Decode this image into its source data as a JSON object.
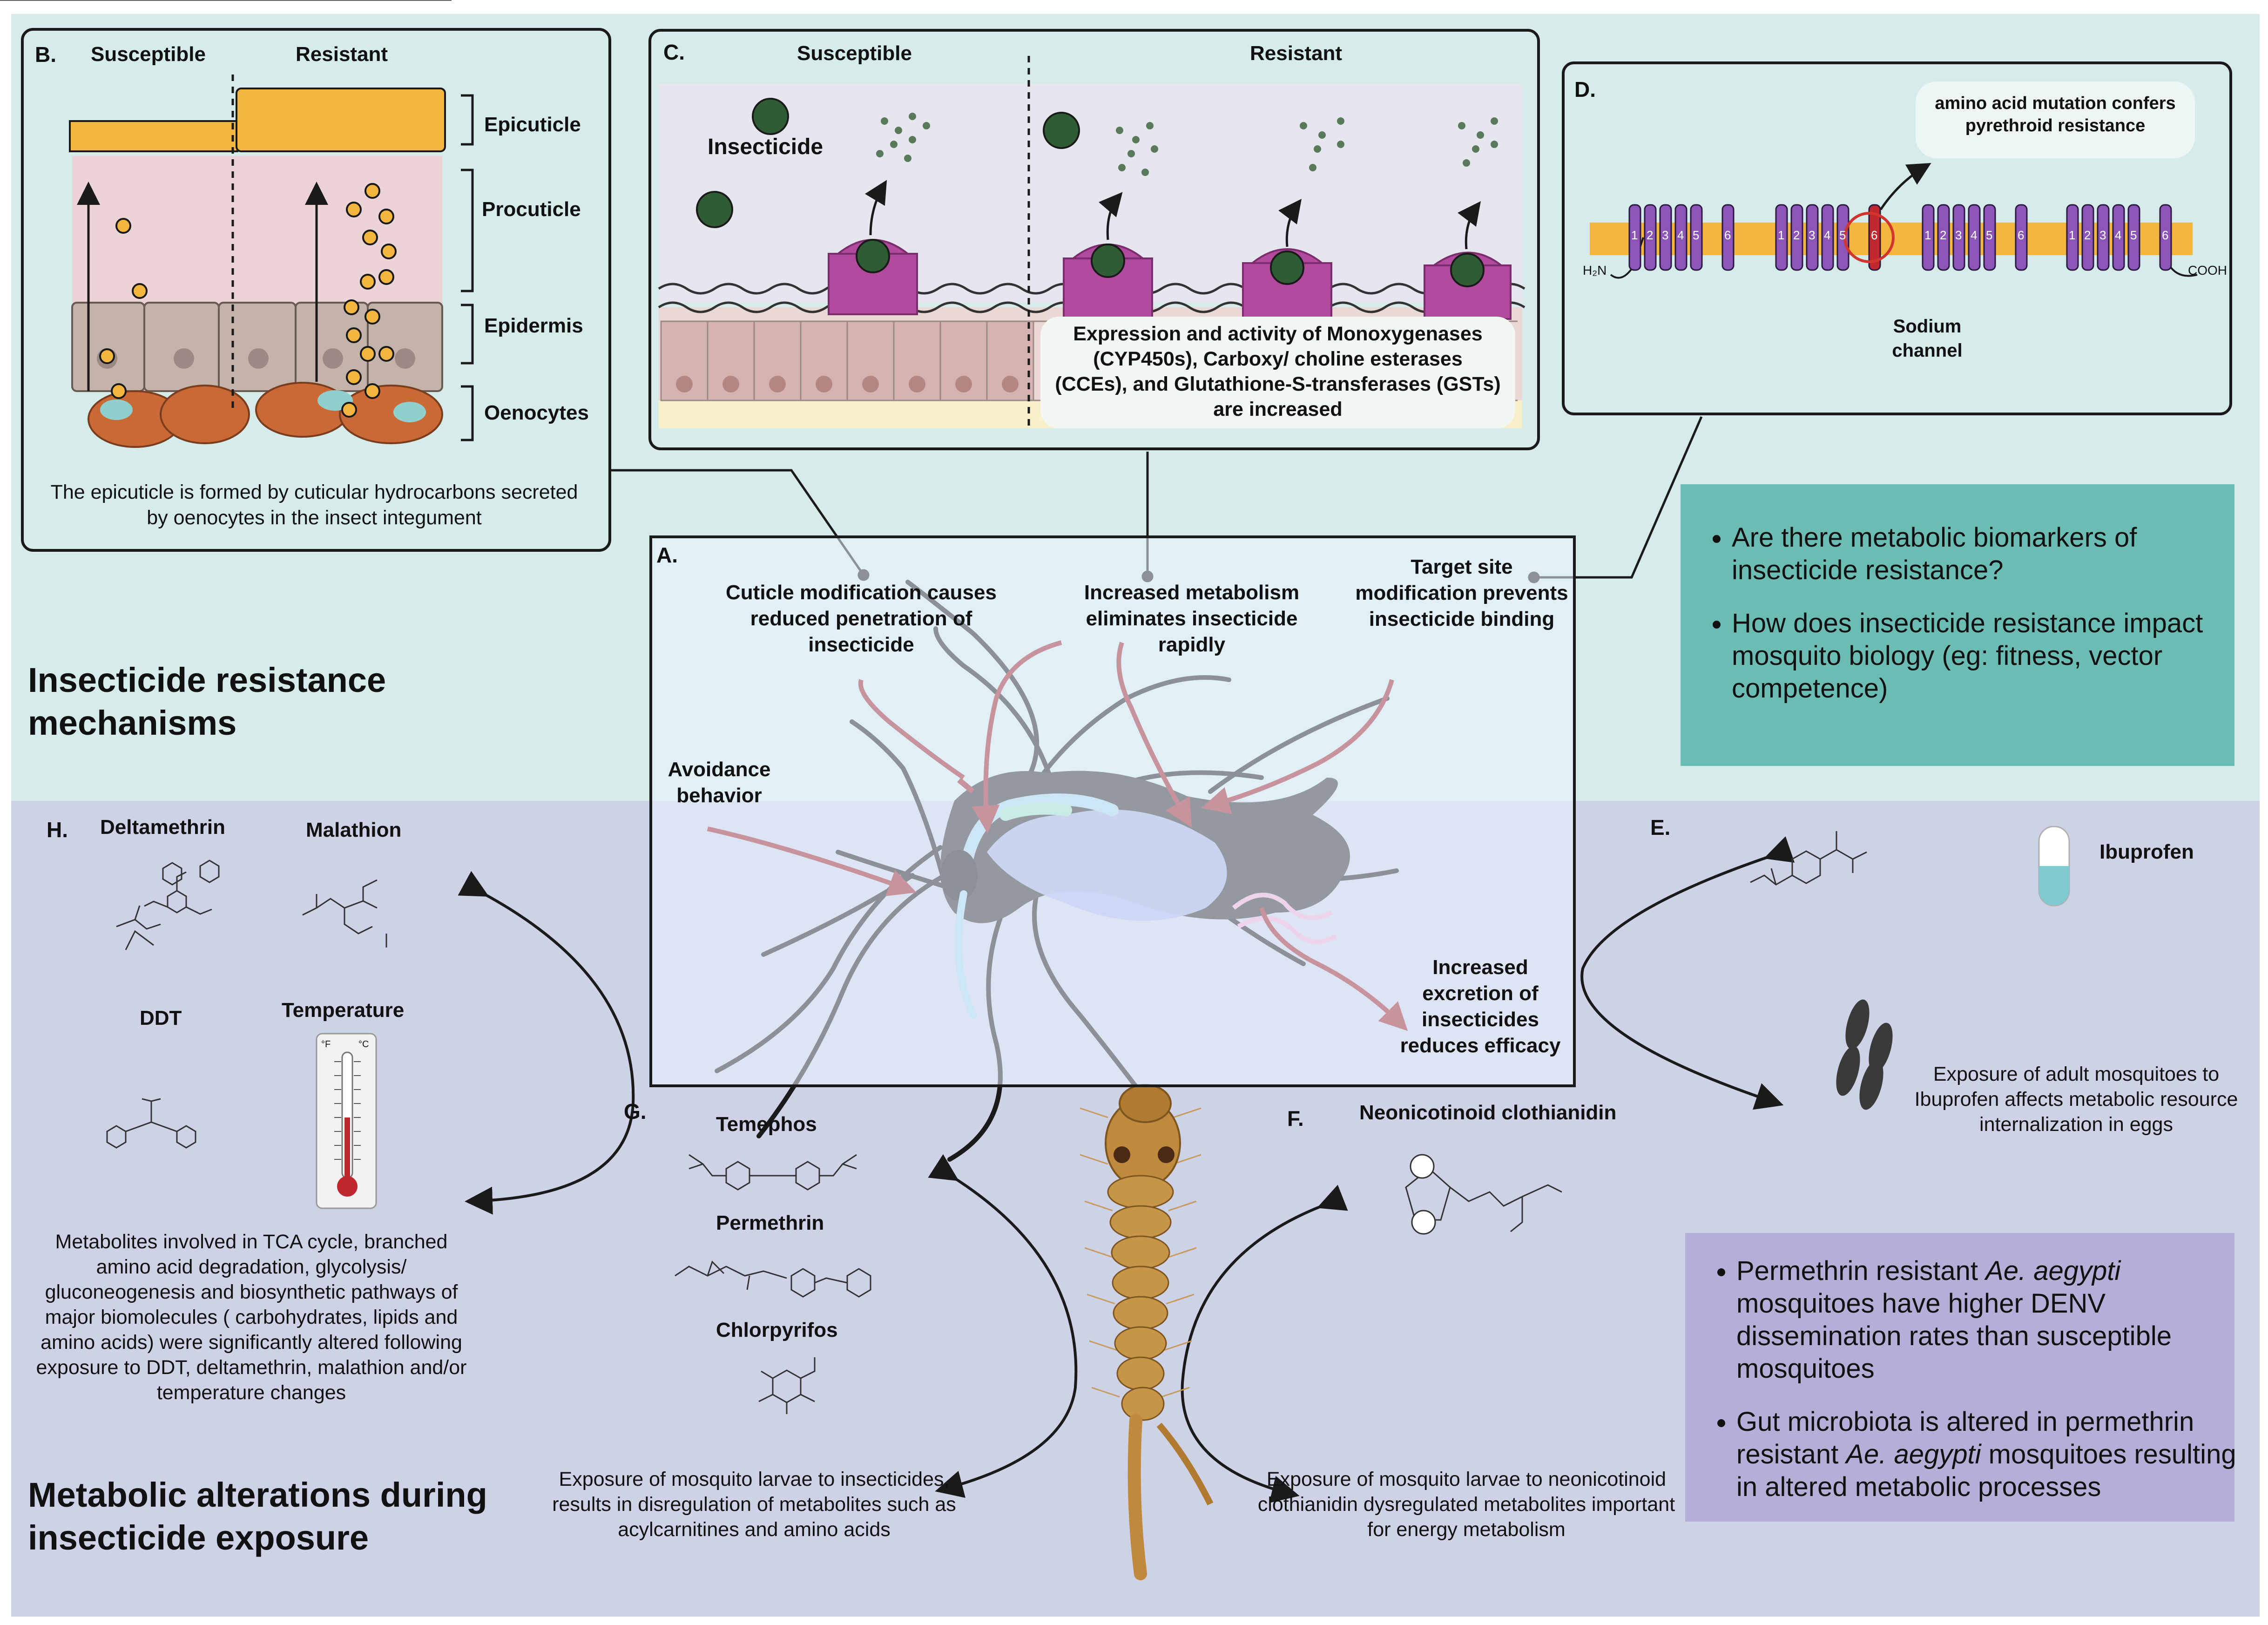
{
  "sections": {
    "top_title": "Insecticide resistance mechanisms",
    "bottom_title": "Metabolic alterations during insecticide exposure"
  },
  "panel_a": {
    "label": "A.",
    "cuticle": "Cuticle modification causes reduced penetration of insecticide",
    "metabolism": "Increased metabolism eliminates insecticide rapidly",
    "target_site": "Target site modification prevents insecticide binding",
    "avoidance": "Avoidance behavior",
    "excretion": "Increased excretion of insecticides reduces efficacy"
  },
  "panel_b": {
    "label": "B.",
    "susceptible": "Susceptible",
    "resistant": "Resistant",
    "layers": [
      "Epicuticle",
      "Procuticle",
      "Epidermis",
      "Oenocytes"
    ],
    "caption": "The epicuticle is formed by cuticular hydrocarbons secreted by oenocytes in the insect integument"
  },
  "panel_c": {
    "label": "C.",
    "susceptible": "Susceptible",
    "resistant": "Resistant",
    "insecticide": "Insecticide",
    "caption": "Expression and activity of Monoxygenases (CYP450s), Carboxy/ choline esterases (CCEs), and Glutathione-S-transferases (GSTs) are increased"
  },
  "panel_d": {
    "label": "D.",
    "callout": "amino acid mutation confers pyrethroid resistance",
    "channel": "Sodium channel",
    "n_term": "H₂N",
    "c_term": "COOH",
    "segments": [
      "1",
      "2",
      "3",
      "4",
      "5",
      "6"
    ]
  },
  "questions": [
    "Are there metabolic biomarkers of insecticide resistance?",
    "How does insecticide resistance impact mosquito biology (eg: fitness, vector competence)"
  ],
  "panel_e": {
    "label": "E.",
    "drug": "Ibuprofen",
    "caption": "Exposure of adult mosquitoes to Ibuprofen affects metabolic resource internalization in eggs"
  },
  "panel_f": {
    "label": "F.",
    "compound": "Neonicotinoid clothianidin",
    "caption": "Exposure of mosquito larvae to neonicotinoid clothianidin dysregulated metabolites important for energy metabolism"
  },
  "panel_g": {
    "label": "G.",
    "compounds": [
      "Temephos",
      "Permethrin",
      "Chlorpyrifos"
    ],
    "caption": "Exposure of mosquito larvae to insecticides, results in disregulation of metabolites such as acylcarnitines and amino acids"
  },
  "panel_h": {
    "label": "H.",
    "compounds": [
      "Deltamethrin",
      "Malathion",
      "DDT",
      "Temperature"
    ],
    "caption": "Metabolites involved in TCA cycle, branched amino acid degradation, glycolysis/ gluconeogenesis and biosynthetic pathways of major biomolecules ( carbohydrates, lipids and amino acids) were significantly altered following exposure to DDT, deltamethrin, malathion and/or temperature changes",
    "thermo_f": "°F",
    "thermo_c": "°C"
  },
  "findings": [
    {
      "pre": "Permethrin resistant ",
      "species": "Ae. aegypti",
      "post": " mosquitoes have higher DENV dissemination rates than susceptible mosquitoes"
    },
    {
      "pre": "Gut microbiota is altered in permethrin resistant ",
      "species": "Ae. aegypti",
      "post": " mosquitoes resulting in altered metabolic processes"
    }
  ],
  "colors": {
    "top_bg": "#d5ecea",
    "bottom_bg": "#cdd2e6",
    "question_box": "#6bbcb3",
    "finding_box": "#b5aed6",
    "epicuticle": "#f4b63f",
    "arrow_red": "#9b2229",
    "enzyme": "#b04a9c",
    "channel_segment": "#8e55b8"
  }
}
